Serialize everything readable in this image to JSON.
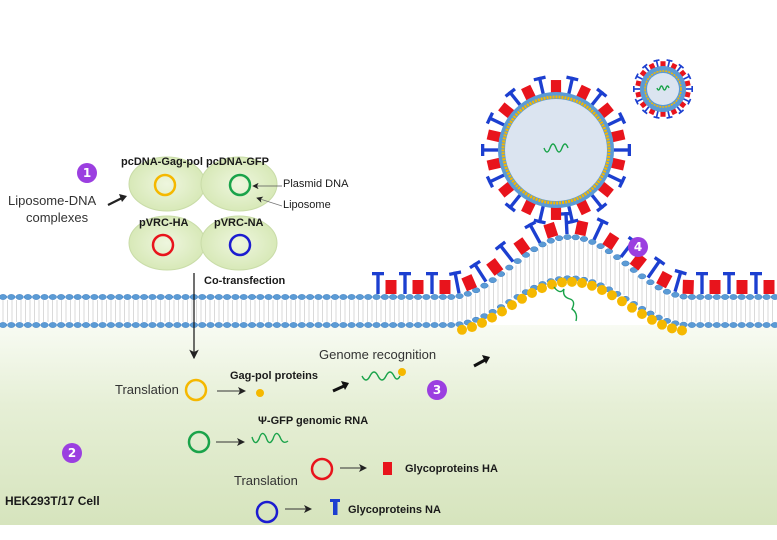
{
  "steps": {
    "step1": "1",
    "step2": "2",
    "step3": "3",
    "step4": "4"
  },
  "liposome_complexes": {
    "label_line1": "Liposome-DNA",
    "label_line2": "complexes",
    "plasmids": [
      {
        "name": "pcDNA-Gag-pol",
        "color": "#f5b800"
      },
      {
        "name": "pcDNA-GFP",
        "color": "#1aa34a"
      },
      {
        "name": "pVRC-HA",
        "color": "#e8141c"
      },
      {
        "name": "pVRC-NA",
        "color": "#1c1cd0"
      }
    ],
    "plasmid_dna_label": "Plasmid DNA",
    "liposome_label": "Liposome"
  },
  "cotransfection_label": "Co-transfection",
  "cell": {
    "name": "HEK293T/17 Cell",
    "translation_label_1": "Translation",
    "gagpol_label": "Gag-pol proteins",
    "genome_recognition_label": "Genome recognition",
    "rna_label": "Ψ-GFP genomic RNA",
    "translation_label_2": "Translation",
    "ha_label": "Glycoproteins HA",
    "na_label": "Glycoproteins NA"
  },
  "colors": {
    "gagpol": "#f5b800",
    "gfp": "#1aa34a",
    "ha": "#e8141c",
    "na": "#1c3fd0",
    "membrane_head": "#5b9bd5",
    "liposome_fill": "#dcecc0",
    "cell_bg_top": "#f7faf2",
    "cell_bg_bottom": "#d9e6c0",
    "badge": "#9b3fe0"
  }
}
